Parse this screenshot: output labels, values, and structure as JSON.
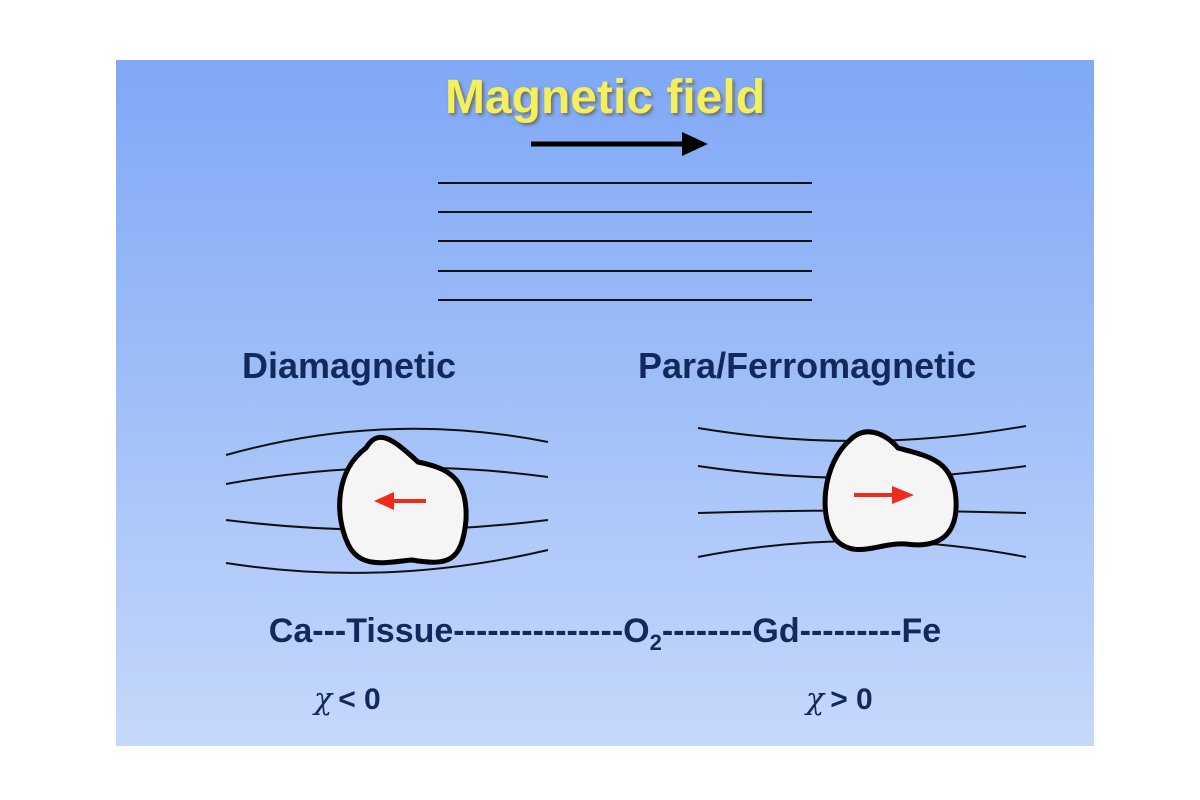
{
  "title": "Magnetic field",
  "headings": {
    "left": "Diamagnetic",
    "right": "Para/Ferromagnetic"
  },
  "scale": {
    "part1": "Ca---Tissue---------------O",
    "subscript": "2",
    "part2": "--------Gd---------Fe"
  },
  "susceptibility": {
    "symbol": "χ",
    "left": "< 0",
    "right": "> 0"
  },
  "colors": {
    "title": "#f4ef5c",
    "text": "#13295c",
    "moment_arrow": "#ef2b1d"
  },
  "icons": {
    "field_arrow": "arrow-right-icon",
    "dia_moment": "arrow-left-icon",
    "para_moment": "arrow-right-icon"
  }
}
